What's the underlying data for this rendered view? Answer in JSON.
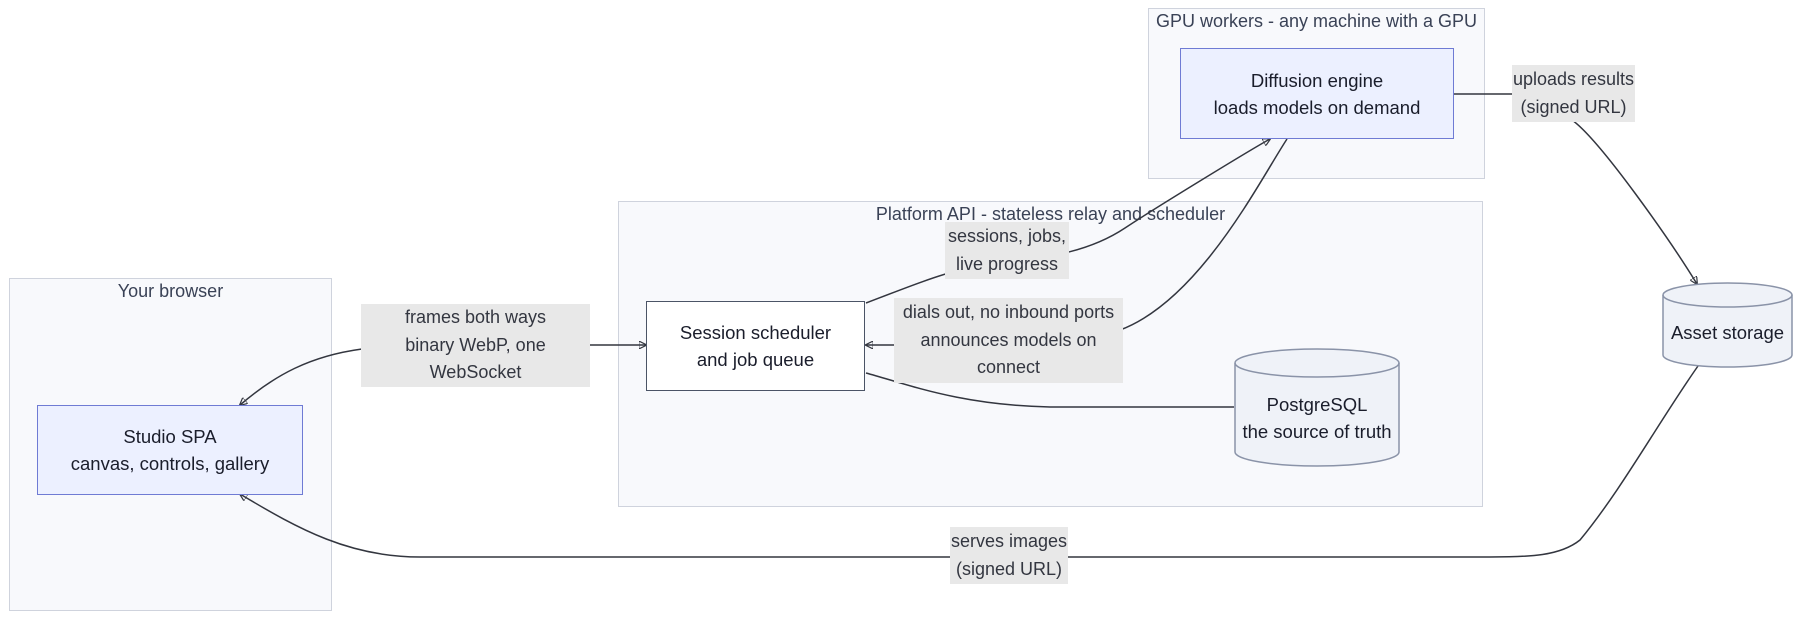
{
  "groups": {
    "browser": {
      "title": "Your browser"
    },
    "platform": {
      "title": "Platform API - stateless relay and scheduler"
    },
    "gpu": {
      "title": "GPU workers - any machine with a GPU"
    }
  },
  "nodes": {
    "studio": {
      "line1": "Studio SPA",
      "line2": "canvas, controls, gallery",
      "shape": "rectangle"
    },
    "scheduler": {
      "line1": "Session scheduler",
      "line2": "and job queue",
      "shape": "rectangle"
    },
    "postgres": {
      "line1": "PostgreSQL",
      "line2": "the source of truth",
      "shape": "cylinder"
    },
    "diffusion": {
      "line1": "Diffusion engine",
      "line2": "loads models on demand",
      "shape": "rectangle"
    },
    "assets": {
      "line1": "Asset storage",
      "shape": "cylinder"
    }
  },
  "edges": {
    "frames": {
      "from": "scheduler",
      "to": "studio",
      "line1": "frames both ways",
      "line2": "binary WebP, one",
      "line3": "WebSocket"
    },
    "sessions": {
      "from": "scheduler",
      "to": "diffusion",
      "line1": "sessions, jobs,",
      "line2": "live progress"
    },
    "dials": {
      "from": "diffusion",
      "to": "scheduler",
      "line1": "dials out, no inbound ports",
      "line2": "announces models on",
      "line3": "connect"
    },
    "db": {
      "from": "scheduler",
      "to": "postgres"
    },
    "uploads": {
      "from": "diffusion",
      "to": "assets",
      "line1": "uploads results",
      "line2": "(signed URL)"
    },
    "serves": {
      "from": "assets",
      "to": "studio",
      "line1": "serves images",
      "line2": "(signed URL)"
    }
  },
  "colors": {
    "group_fill": "#f8f9fc",
    "group_border": "#cfd3dd",
    "node_fill_blue": "#ecf0ff",
    "node_border_blue": "#6f7bd4",
    "cylinder_fill": "#eff2f8",
    "edge": "#33363f",
    "label_bg": "#e8e8e8"
  }
}
